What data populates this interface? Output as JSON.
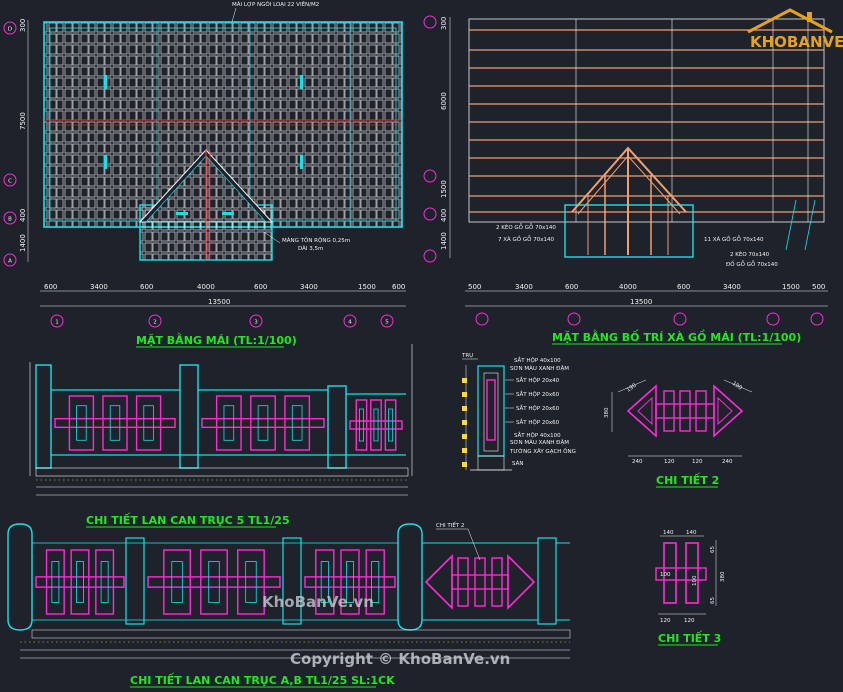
{
  "logo": {
    "text": "KHOBANVE",
    "color": "#e8a21a"
  },
  "watermark": "KhoBanVe.vn",
  "copyright": "Copyright © KhoBanVe.vn",
  "colors": {
    "background": "#1e222b",
    "cyan": "#19e0e8",
    "magenta": "#ff2bd6",
    "green": "#22e622",
    "red": "#ff3030",
    "orange": "#f0a070",
    "white": "#f2f2f2"
  },
  "roof_plan": {
    "title": "MẶT BẰNG MÁI (TL:1/100)",
    "top_note": "MÁI LỢP NGÓI LOẠI 22 VIÊN/M2",
    "gutter_note_1": "MÁNG TÔN RỘNG 0,25m",
    "gutter_note_2": "DÀI 3,5m",
    "left_dims": [
      "300",
      "7500",
      "400",
      "1400"
    ],
    "bottom_dims": [
      "600",
      "3400",
      "600",
      "4000",
      "600",
      "3400",
      "1500",
      "600"
    ],
    "total": "13500",
    "axis_bottom": [
      "1",
      "2",
      "3",
      "4",
      "5"
    ],
    "axis_left": [
      "D",
      "C",
      "B",
      "A"
    ]
  },
  "truss_plan": {
    "title": "MẶT BẰNG BỐ TRÍ XÀ GỒ MÁI (TL:1/100)",
    "left_dims": [
      "300",
      "6000",
      "1500",
      "400",
      "1400"
    ],
    "bottom_dims": [
      "500",
      "3400",
      "600",
      "4000",
      "600",
      "3400",
      "1500",
      "500"
    ],
    "total": "13500",
    "notes": [
      "2 KÈO GỖ GỖ 70x140",
      "7 XÀ GỒ GỖ 70x140",
      "11 XÀ GỒ GỖ 70x140",
      "2 KÈO 70x140",
      "ĐỐ GỖ GỖ 70x140"
    ]
  },
  "railing_5": {
    "title": "CHI TIẾT LAN CAN TRỤC 5 TL1/25"
  },
  "section": {
    "label": "TRỤ",
    "notes": [
      "SẮT HỘP 40x100",
      "SƠN MÀU XANH ĐẬM",
      "SẮT HỘP 20x40",
      "SẮT HỘP 20x60",
      "SẮT HỘP 20x60",
      "SẮT HỘP 20x60",
      "SẮT HỘP 40x100",
      "SƠN MÀU XANH ĐẬM",
      "TƯỜNG XÂY GẠCH ỐNG",
      "SÀN"
    ]
  },
  "detail_2": {
    "title": "CHI TIẾT 2",
    "dims": [
      "190",
      "190",
      "380",
      "240",
      "120",
      "120",
      "240"
    ]
  },
  "detail_3": {
    "title": "CHI TIẾT 3",
    "dims": [
      "140",
      "140",
      "380",
      "100",
      "100",
      "120",
      "120",
      "65",
      "65"
    ]
  },
  "railing_ab": {
    "title": "CHI TIẾT LAN CAN TRỤC A,B TL1/25 SL:1CK",
    "callout": "CHI TIẾT 2"
  }
}
